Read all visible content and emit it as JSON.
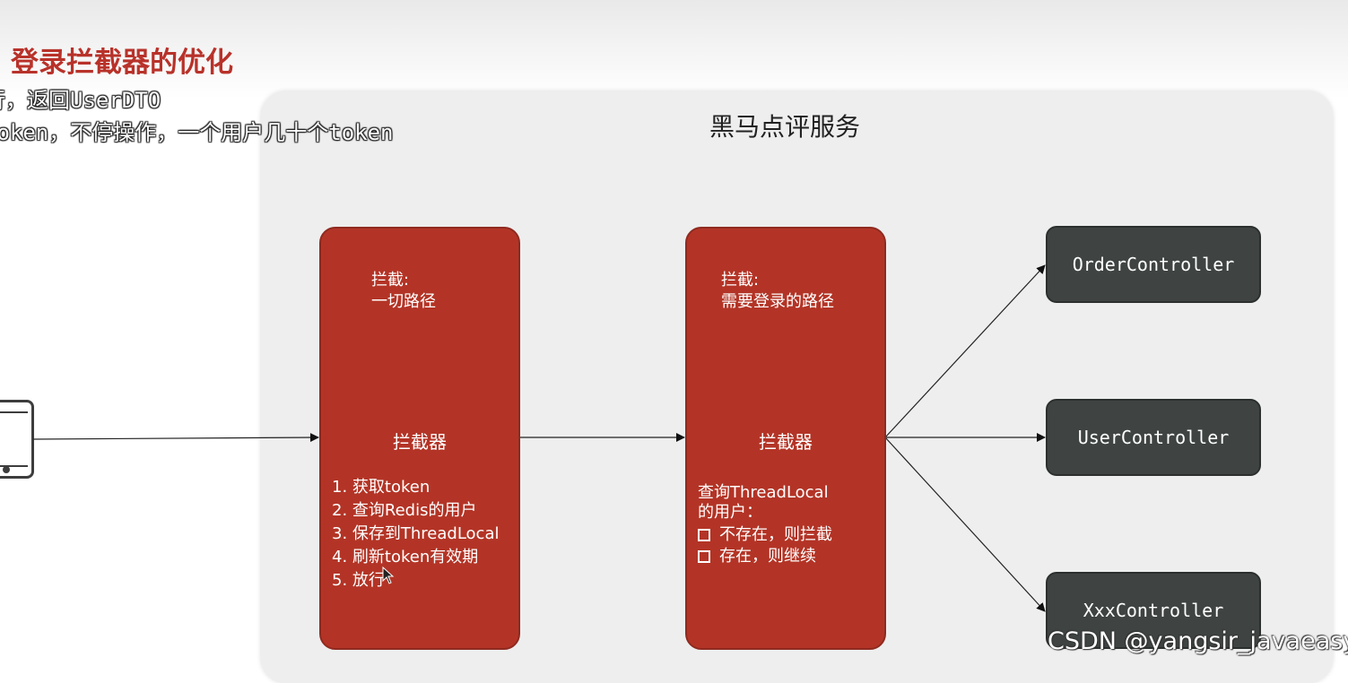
{
  "page": {
    "title": "登录拦截器的优化",
    "overlay_line1": "行，返回UserDTO",
    "overlay_line2": "token，不停操作，一个用户几十个token"
  },
  "service": {
    "title": "黑马点评服务"
  },
  "client": {
    "icon": "phone-icon"
  },
  "interceptor1": {
    "scope_label": "拦截:",
    "scope_value": "一切路径",
    "name": "拦截器",
    "steps": [
      "1.  获取token",
      "2. 查询Redis的用户",
      "3.  保存到ThreadLocal",
      "4. 刷新token有效期",
      "5.  放行"
    ]
  },
  "interceptor2": {
    "scope_label": "拦截:",
    "scope_value": "需要登录的路径",
    "name": "拦截器",
    "check_line1": "查询ThreadLocal",
    "check_line2": "的用户：",
    "options": [
      "不存在，则拦截",
      "存在，则继续"
    ]
  },
  "controllers": [
    "OrderController",
    "UserController",
    "XxxController"
  ],
  "watermark": "CSDN @yangsir_javaeasy",
  "colors": {
    "title": "#b8322a",
    "interceptor": "#b33426",
    "controller": "#3f4443",
    "service_bg": "#eeeeee"
  }
}
